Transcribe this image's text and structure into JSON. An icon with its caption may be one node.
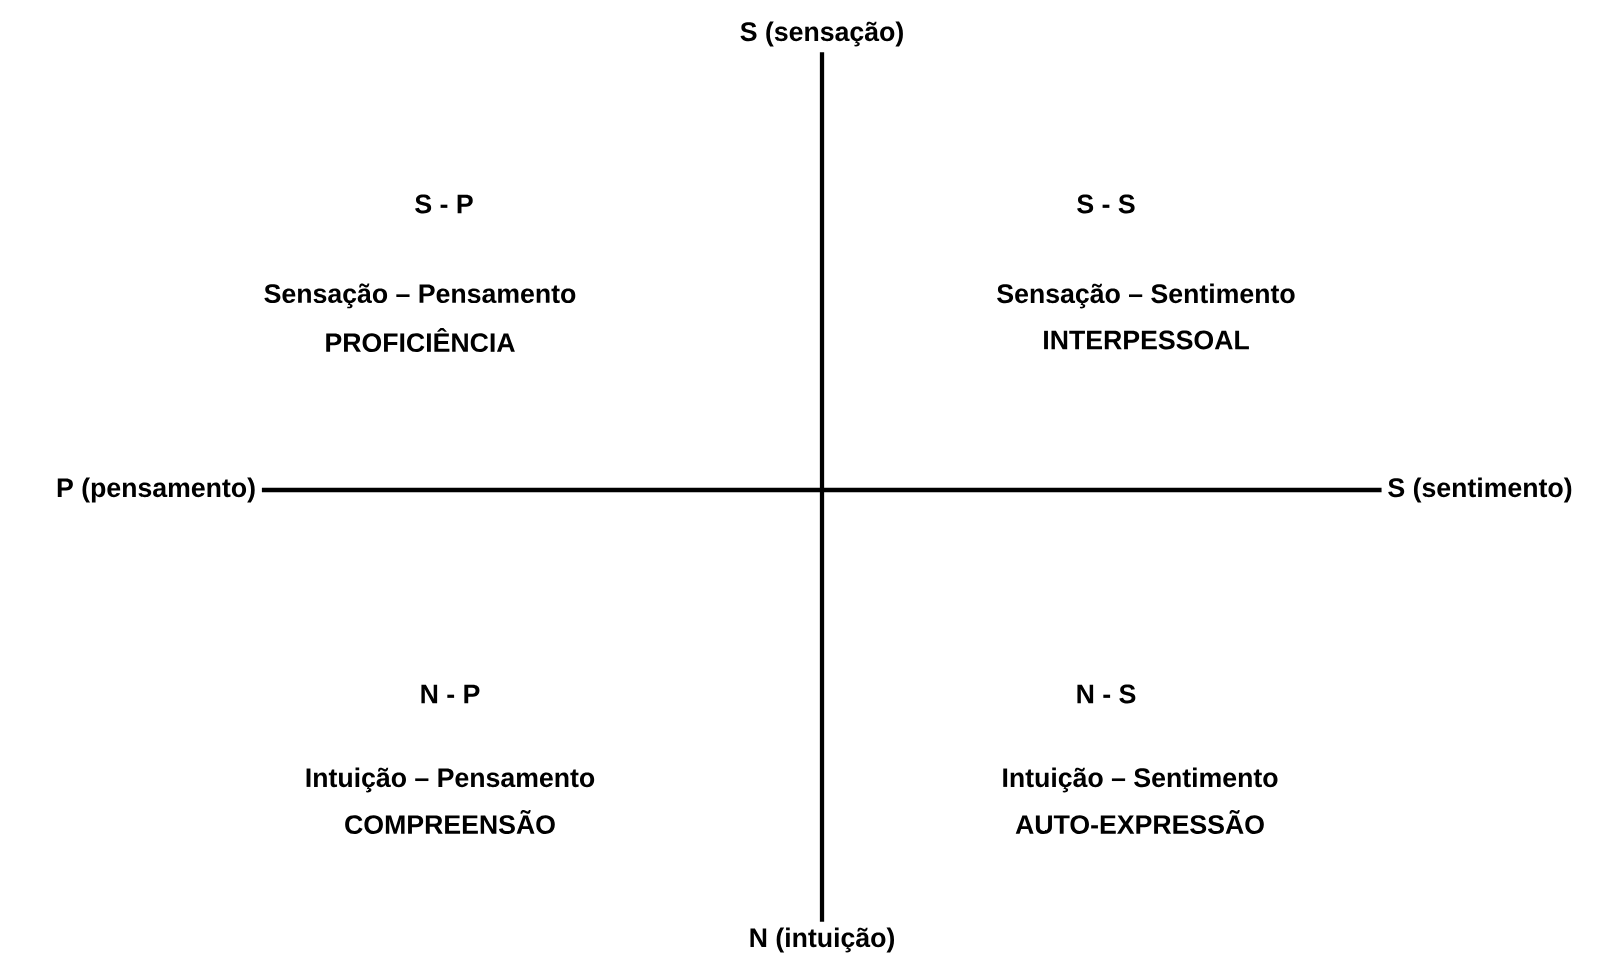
{
  "diagram": {
    "nodes": [
      {
        "text": [
          "S (sensação)"
        ]
      },
      {
        "text": [
          "N (intuição)"
        ]
      },
      {
        "text": [
          "P (pensamento)"
        ]
      },
      {
        "text": [
          "S (sentimento)"
        ]
      }
    ],
    "edges": [
      {
        "from": 0,
        "to": 1,
        "arrow": "none"
      },
      {
        "from": 2,
        "to": 3,
        "arrow": "none"
      }
    ],
    "labels": [
      "S - P",
      "S - S",
      "Sensação – Pensamento",
      "PROFICIÊNCIA",
      "Sensação – Sentimento",
      "INTERPESSOAL",
      "N - P",
      "N - S",
      "Intuição – Pensamento",
      "COMPREENSÃO",
      "Intuição – Sentimento",
      "AUTO-EXPRESSÃO"
    ]
  }
}
